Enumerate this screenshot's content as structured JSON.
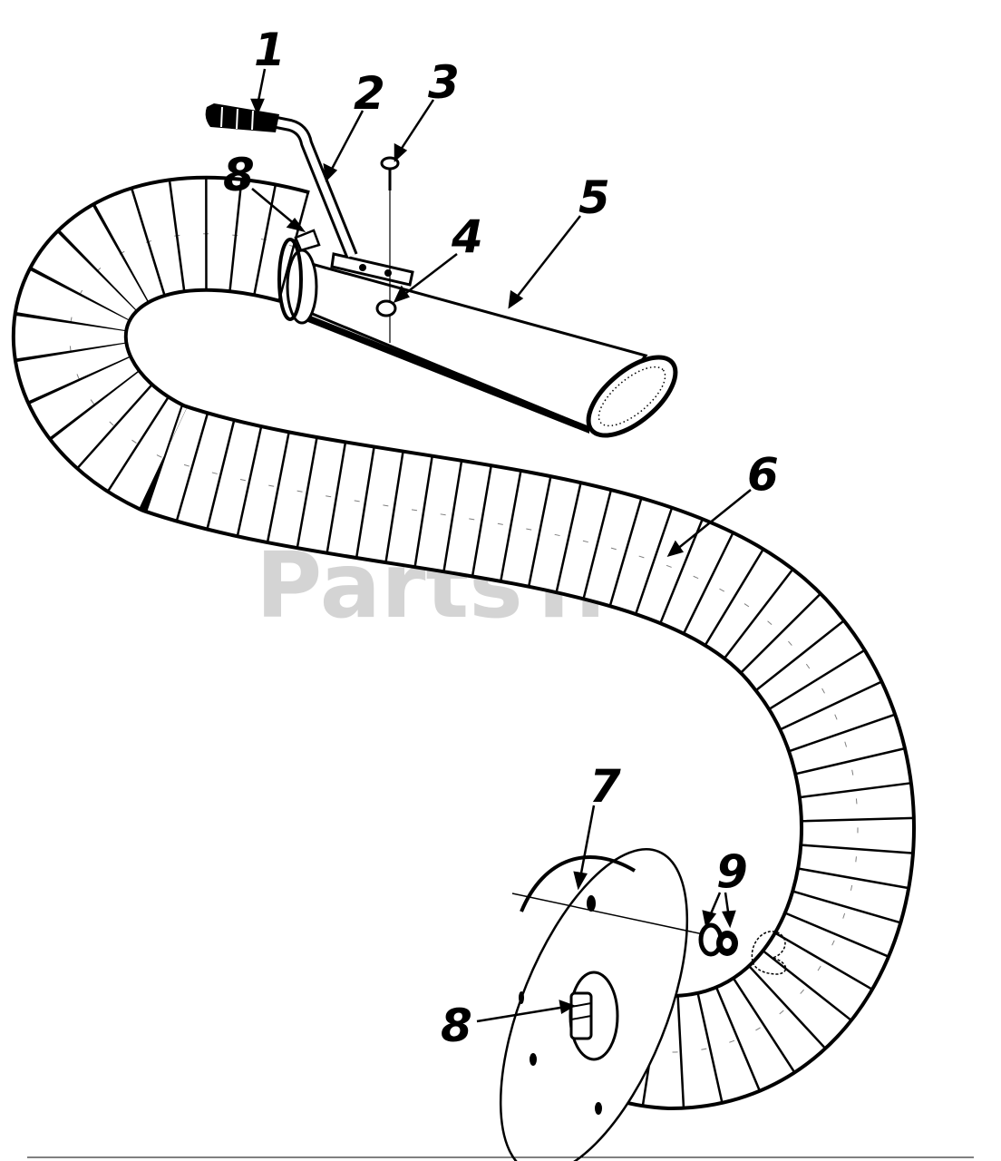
{
  "watermark": {
    "brand": "PartsTree",
    "trademark": "™"
  },
  "callouts": {
    "c1": "1",
    "c2": "2",
    "c3": "3",
    "c4": "4",
    "c5": "5",
    "c6": "6",
    "c7": "7",
    "c8a": "8",
    "c8b": "8",
    "c9": "9"
  },
  "colors": {
    "line": "#000000",
    "background": "#ffffff",
    "watermark": "#d4d4d4"
  }
}
